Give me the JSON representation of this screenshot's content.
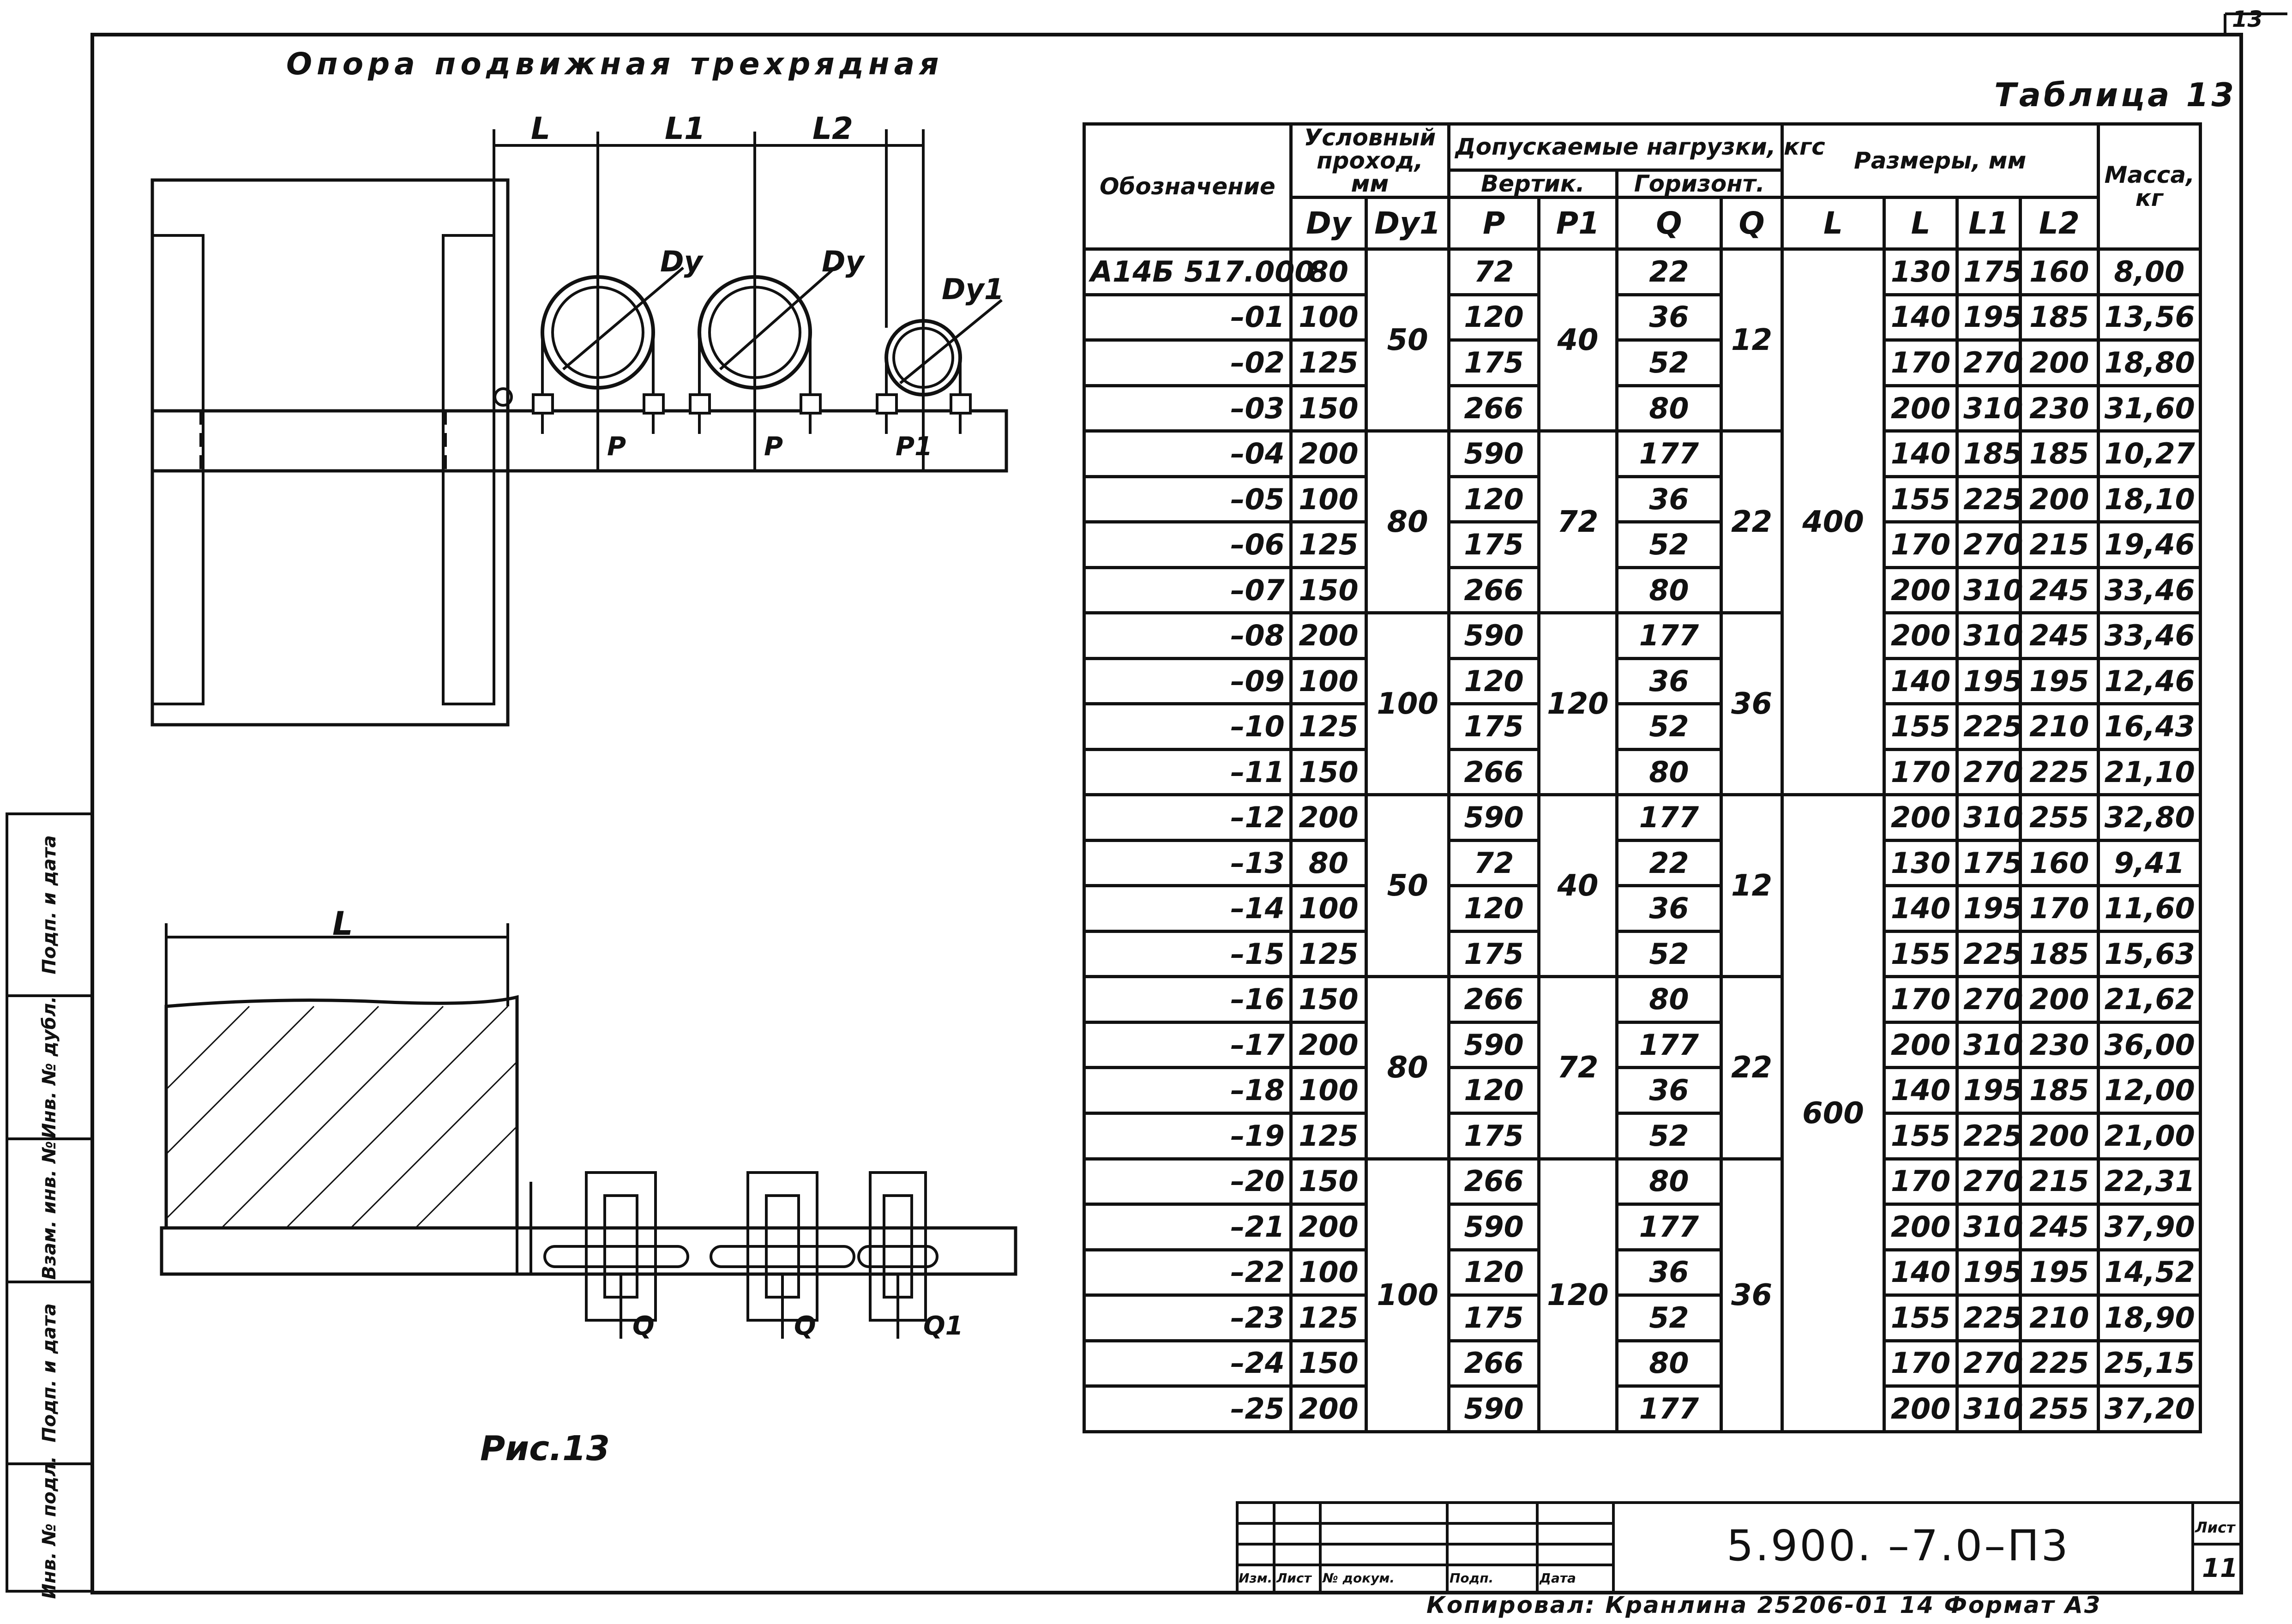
{
  "page_number": "13",
  "drawing_title": "Опора подвижная трехрядная",
  "table_title": "Таблица 13",
  "figure_caption": "Рис.13",
  "drawing_labels": {
    "l": "L",
    "l1": "L1",
    "l2": "L2",
    "dy_left": "Dy",
    "dy_middle": "Dy",
    "dy1": "Dy1",
    "p_left": "P",
    "p_middle": "P",
    "p1": "P1",
    "l_bottom": "L",
    "q_left": "Q",
    "q_middle": "Q",
    "q1": "Q1"
  },
  "table": {
    "headers": {
      "designation": "Обозначение",
      "nominal_bore": "Условный проход, мм",
      "loads": "Допускаемые нагрузки, кгс",
      "vertical": "Вертик.",
      "horizontal": "Горизонт.",
      "dimensions": "Размеры, мм",
      "mass": "Масса, кг",
      "dy": "Dy",
      "dy1": "Dy1",
      "p": "P",
      "p1": "P1",
      "q": "Q",
      "q1": "Q",
      "l_big": "L",
      "l_small": "L",
      "l1": "L1",
      "l2": "L2"
    },
    "groups": [
      {
        "dy1": "50",
        "p1": "40",
        "q1": "12"
      },
      {
        "dy1": "80",
        "p1": "72",
        "q1": "22"
      },
      {
        "dy1": "100",
        "p1": "120",
        "q1": "36"
      },
      {
        "dy1": "50",
        "p1": "40",
        "q1": "12"
      },
      {
        "dy1": "80",
        "p1": "72",
        "q1": "22"
      },
      {
        "dy1": "100",
        "p1": "120",
        "q1": "36"
      }
    ],
    "l_values": [
      "400",
      "600"
    ],
    "rows": [
      {
        "code": "А14Б 517.000",
        "dy": "80",
        "p": "72",
        "q": "22",
        "l": "130",
        "l1": "175",
        "l2": "160",
        "mass": "8,00"
      },
      {
        "code": "–01",
        "dy": "100",
        "p": "120",
        "q": "36",
        "l": "140",
        "l1": "195",
        "l2": "185",
        "mass": "13,56"
      },
      {
        "code": "–02",
        "dy": "125",
        "p": "175",
        "q": "52",
        "l": "170",
        "l1": "270",
        "l2": "200",
        "mass": "18,80"
      },
      {
        "code": "–03",
        "dy": "150",
        "p": "266",
        "q": "80",
        "l": "200",
        "l1": "310",
        "l2": "230",
        "mass": "31,60"
      },
      {
        "code": "–04",
        "dy": "200",
        "p": "590",
        "q": "177",
        "l": "140",
        "l1": "185",
        "l2": "185",
        "mass": "10,27"
      },
      {
        "code": "–05",
        "dy": "100",
        "p": "120",
        "q": "36",
        "l": "155",
        "l1": "225",
        "l2": "200",
        "mass": "18,10"
      },
      {
        "code": "–06",
        "dy": "125",
        "p": "175",
        "q": "52",
        "l": "170",
        "l1": "270",
        "l2": "215",
        "mass": "19,46"
      },
      {
        "code": "–07",
        "dy": "150",
        "p": "266",
        "q": "80",
        "l": "200",
        "l1": "310",
        "l2": "245",
        "mass": "33,46"
      },
      {
        "code": "–08",
        "dy": "200",
        "p": "590",
        "q": "177",
        "l": "200",
        "l1": "310",
        "l2": "245",
        "mass": "33,46"
      },
      {
        "code": "–09",
        "dy": "100",
        "p": "120",
        "q": "36",
        "l": "140",
        "l1": "195",
        "l2": "195",
        "mass": "12,46"
      },
      {
        "code": "–10",
        "dy": "125",
        "p": "175",
        "q": "52",
        "l": "155",
        "l1": "225",
        "l2": "210",
        "mass": "16,43"
      },
      {
        "code": "–11",
        "dy": "150",
        "p": "266",
        "q": "80",
        "l": "170",
        "l1": "270",
        "l2": "225",
        "mass": "21,10"
      },
      {
        "code": "–12",
        "dy": "200",
        "p": "590",
        "q": "177",
        "l": "200",
        "l1": "310",
        "l2": "255",
        "mass": "32,80"
      },
      {
        "code": "–13",
        "dy": "80",
        "p": "72",
        "q": "22",
        "l": "130",
        "l1": "175",
        "l2": "160",
        "mass": "9,41"
      },
      {
        "code": "–14",
        "dy": "100",
        "p": "120",
        "q": "36",
        "l": "140",
        "l1": "195",
        "l2": "170",
        "mass": "11,60"
      },
      {
        "code": "–15",
        "dy": "125",
        "p": "175",
        "q": "52",
        "l": "155",
        "l1": "225",
        "l2": "185",
        "mass": "15,63"
      },
      {
        "code": "–16",
        "dy": "150",
        "p": "266",
        "q": "80",
        "l": "170",
        "l1": "270",
        "l2": "200",
        "mass": "21,62"
      },
      {
        "code": "–17",
        "dy": "200",
        "p": "590",
        "q": "177",
        "l": "200",
        "l1": "310",
        "l2": "230",
        "mass": "36,00"
      },
      {
        "code": "–18",
        "dy": "100",
        "p": "120",
        "q": "36",
        "l": "140",
        "l1": "195",
        "l2": "185",
        "mass": "12,00"
      },
      {
        "code": "–19",
        "dy": "125",
        "p": "175",
        "q": "52",
        "l": "155",
        "l1": "225",
        "l2": "200",
        "mass": "21,00"
      },
      {
        "code": "–20",
        "dy": "150",
        "p": "266",
        "q": "80",
        "l": "170",
        "l1": "270",
        "l2": "215",
        "mass": "22,31"
      },
      {
        "code": "–21",
        "dy": "200",
        "p": "590",
        "q": "177",
        "l": "200",
        "l1": "310",
        "l2": "245",
        "mass": "37,90"
      },
      {
        "code": "–22",
        "dy": "100",
        "p": "120",
        "q": "36",
        "l": "140",
        "l1": "195",
        "l2": "195",
        "mass": "14,52"
      },
      {
        "code": "–23",
        "dy": "125",
        "p": "175",
        "q": "52",
        "l": "155",
        "l1": "225",
        "l2": "210",
        "mass": "18,90"
      },
      {
        "code": "–24",
        "dy": "150",
        "p": "266",
        "q": "80",
        "l": "170",
        "l1": "270",
        "l2": "225",
        "mass": "25,15"
      },
      {
        "code": "–25",
        "dy": "200",
        "p": "590",
        "q": "177",
        "l": "200",
        "l1": "310",
        "l2": "255",
        "mass": "37,20"
      }
    ]
  },
  "title_block": {
    "document_code": "5.900. –7.0–П3",
    "sheet_label": "Лист",
    "sheet_number": "11",
    "col_change": "Изм.",
    "col_sheet": "Лист",
    "col_doc_no": "№ докум.",
    "col_signature": "Подп.",
    "col_date": "Дата"
  },
  "footer": "Копировал: Кранлина 25206-01   14   Формат А3",
  "side_stamp": {
    "inv_podl": "Инв. № подл.",
    "podp_data_1": "Подп. и дата",
    "vzam_inv": "Взам. инв. №",
    "inv_dubl": "Инв. № дубл.",
    "podp_data_2": "Подп. и дата"
  }
}
